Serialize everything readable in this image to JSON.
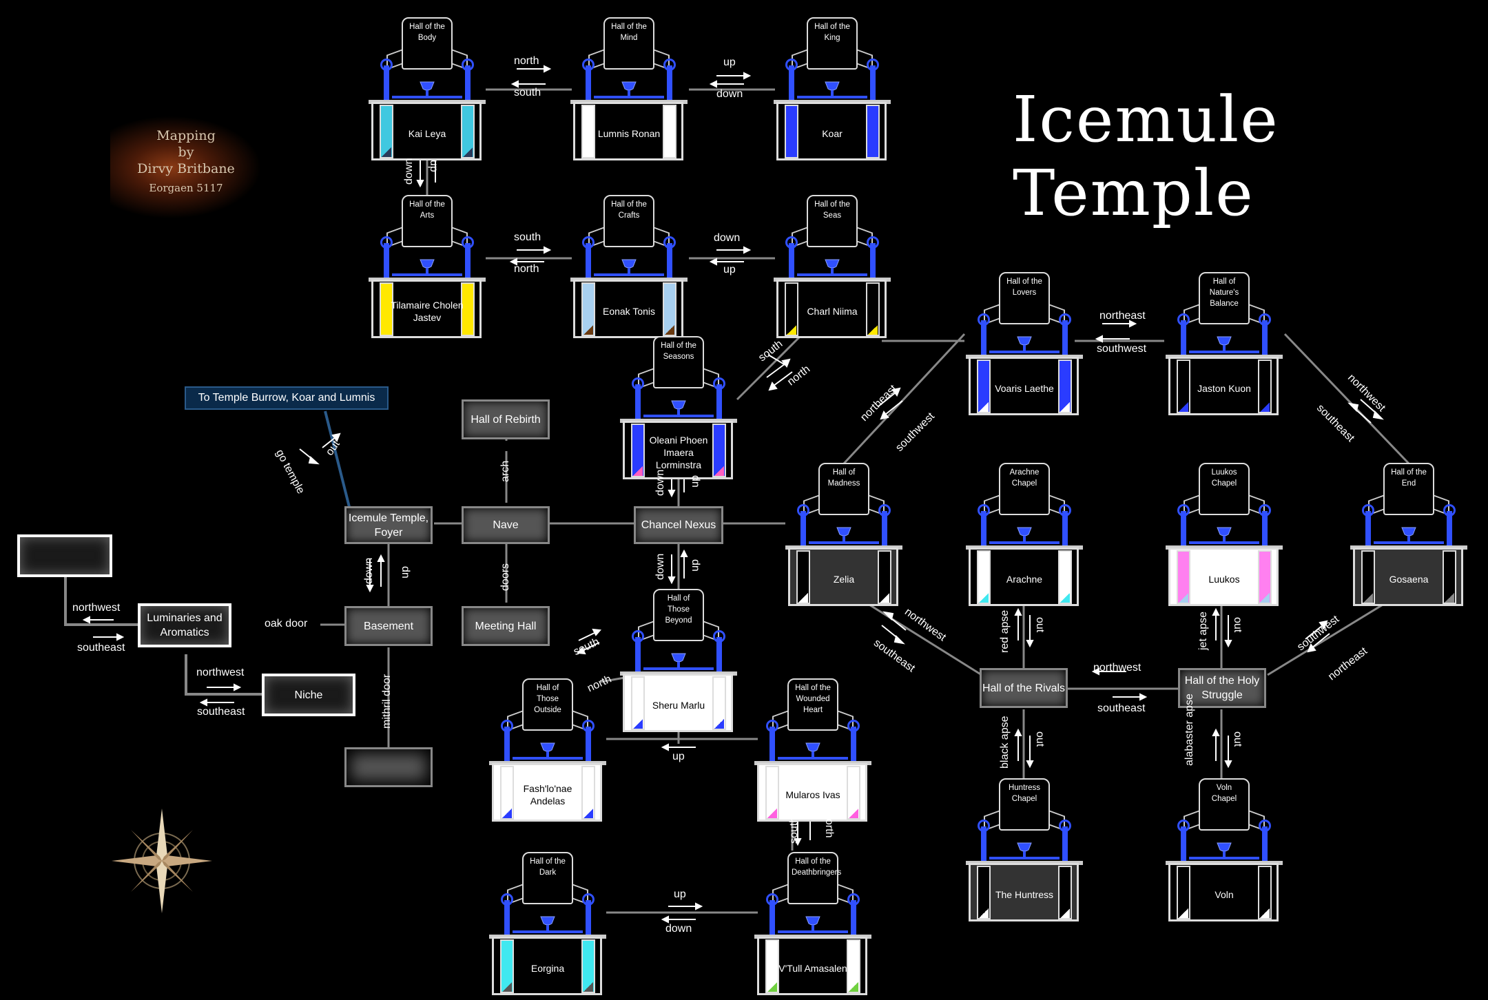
{
  "title": "Icemule Temple",
  "credit": [
    "Mapping",
    "by",
    "Dirvy Britbane",
    "Eorgaen 5117"
  ],
  "burrow_label": "To Temple Burrow, Koar and Lumnis",
  "rooms": {
    "foyer": "Icemule Temple, Foyer",
    "nave": "Nave",
    "chancel": "Chancel Nexus",
    "basement": "Basement",
    "rebirth": "Hall of Rebirth",
    "meeting": "Meeting Hall",
    "luminaries": "Luminaries and Aromatics",
    "niche": "Niche",
    "rivals": "Hall of the Rivals",
    "holy": "Hall of the Holy Struggle"
  },
  "halls": [
    {
      "id": "body",
      "scroll": "Hall of the Body",
      "names": "Kai Leya",
      "color": "#40c8e0",
      "alt": "#2a3a5a"
    },
    {
      "id": "mind",
      "scroll": "Hall of the Mind",
      "names": "Lumnis Ronan",
      "color": "#ffffff",
      "alt": "#ffffff"
    },
    {
      "id": "king",
      "scroll": "Hall of the King",
      "names": "Koar",
      "color": "#2a3cff",
      "alt": "#2a3cff"
    },
    {
      "id": "arts",
      "scroll": "Hall of the Arts",
      "names": "Tilamaire Cholen Jastev",
      "color": "#ffe800",
      "alt": "#ffe800"
    },
    {
      "id": "crafts",
      "scroll": "Hall of the Crafts",
      "names": "Eonak Tonis",
      "color": "#a8d0f0",
      "alt": "#6a3a10"
    },
    {
      "id": "seas",
      "scroll": "Hall of the Seas",
      "names": "Charl Niima",
      "color": "#000000",
      "alt": "#ffe800"
    },
    {
      "id": "seasons",
      "scroll": "Hall of the Seasons",
      "names": "Oleani Phoen Imaera Lorminstra",
      "color": "#2a3cff",
      "alt": "#ff60c0"
    },
    {
      "id": "beyond",
      "scroll": "Hall of Those Beyond",
      "names": "Sheru Marlu",
      "color": "#ffffff",
      "alt": "#2a3cff"
    },
    {
      "id": "outside",
      "scroll": "Hall of Those Outside",
      "names": "Fash'lo'nae Andelas",
      "color": "#ffffff",
      "alt": "#2a3cff"
    },
    {
      "id": "wounded",
      "scroll": "Hall of the Wounded Heart",
      "names": "Mularos Ivas",
      "color": "#ffffff",
      "alt": "#ff60e0"
    },
    {
      "id": "dark",
      "scroll": "Hall of the Dark",
      "names": "Eorgina",
      "color": "#40e8f0",
      "alt": "#555555"
    },
    {
      "id": "deathbringers",
      "scroll": "Hall of the Deathbringers",
      "names": "V'Tull Amasalen",
      "color": "#ffffff",
      "alt": "#70d040"
    },
    {
      "id": "lovers",
      "scroll": "Hall of the Lovers",
      "names": "Voaris Laethe",
      "color": "#2a3cff",
      "alt": "#ffffff"
    },
    {
      "id": "nature",
      "scroll": "Hall of Nature's Balance",
      "names": "Jaston Kuon",
      "color": "#000000",
      "alt": "#2a3cff"
    },
    {
      "id": "madness",
      "scroll": "Hall of Madness",
      "names": "Zelia",
      "color": "#000000",
      "alt": "#ffffff"
    },
    {
      "id": "arachne",
      "scroll": "Arachne Chapel",
      "names": "Arachne",
      "color": "#ffffff",
      "alt": "#40e8f0"
    },
    {
      "id": "luukos",
      "scroll": "Luukos Chapel",
      "names": "Luukos",
      "color": "#ff80f0",
      "alt": "#a8d0f0"
    },
    {
      "id": "end",
      "scroll": "Hall of the End",
      "names": "Gosaena",
      "color": "#000000",
      "alt": "#888888"
    },
    {
      "id": "huntress",
      "scroll": "Huntress Chapel",
      "names": "The Huntress",
      "color": "#000000",
      "alt": "#ffffff"
    },
    {
      "id": "voln",
      "scroll": "Voln Chapel",
      "names": "Voln",
      "color": "#000000",
      "alt": "#ffffff"
    }
  ],
  "labels": {
    "north": "north",
    "south": "south",
    "up": "up",
    "down": "down",
    "dn": "dn",
    "northeast": "northeast",
    "southwest": "southwest",
    "northwest": "northwest",
    "southeast": "southeast",
    "out": "out",
    "go_temple": "go temple",
    "arch": "arch",
    "doors": "doors",
    "oak_door": "oak door",
    "mithril_door": "mithril door",
    "red_apse": "red apse",
    "jet_apse": "jet apse",
    "black_apse": "black apse",
    "alabaster_apse": "alabaster apse"
  }
}
